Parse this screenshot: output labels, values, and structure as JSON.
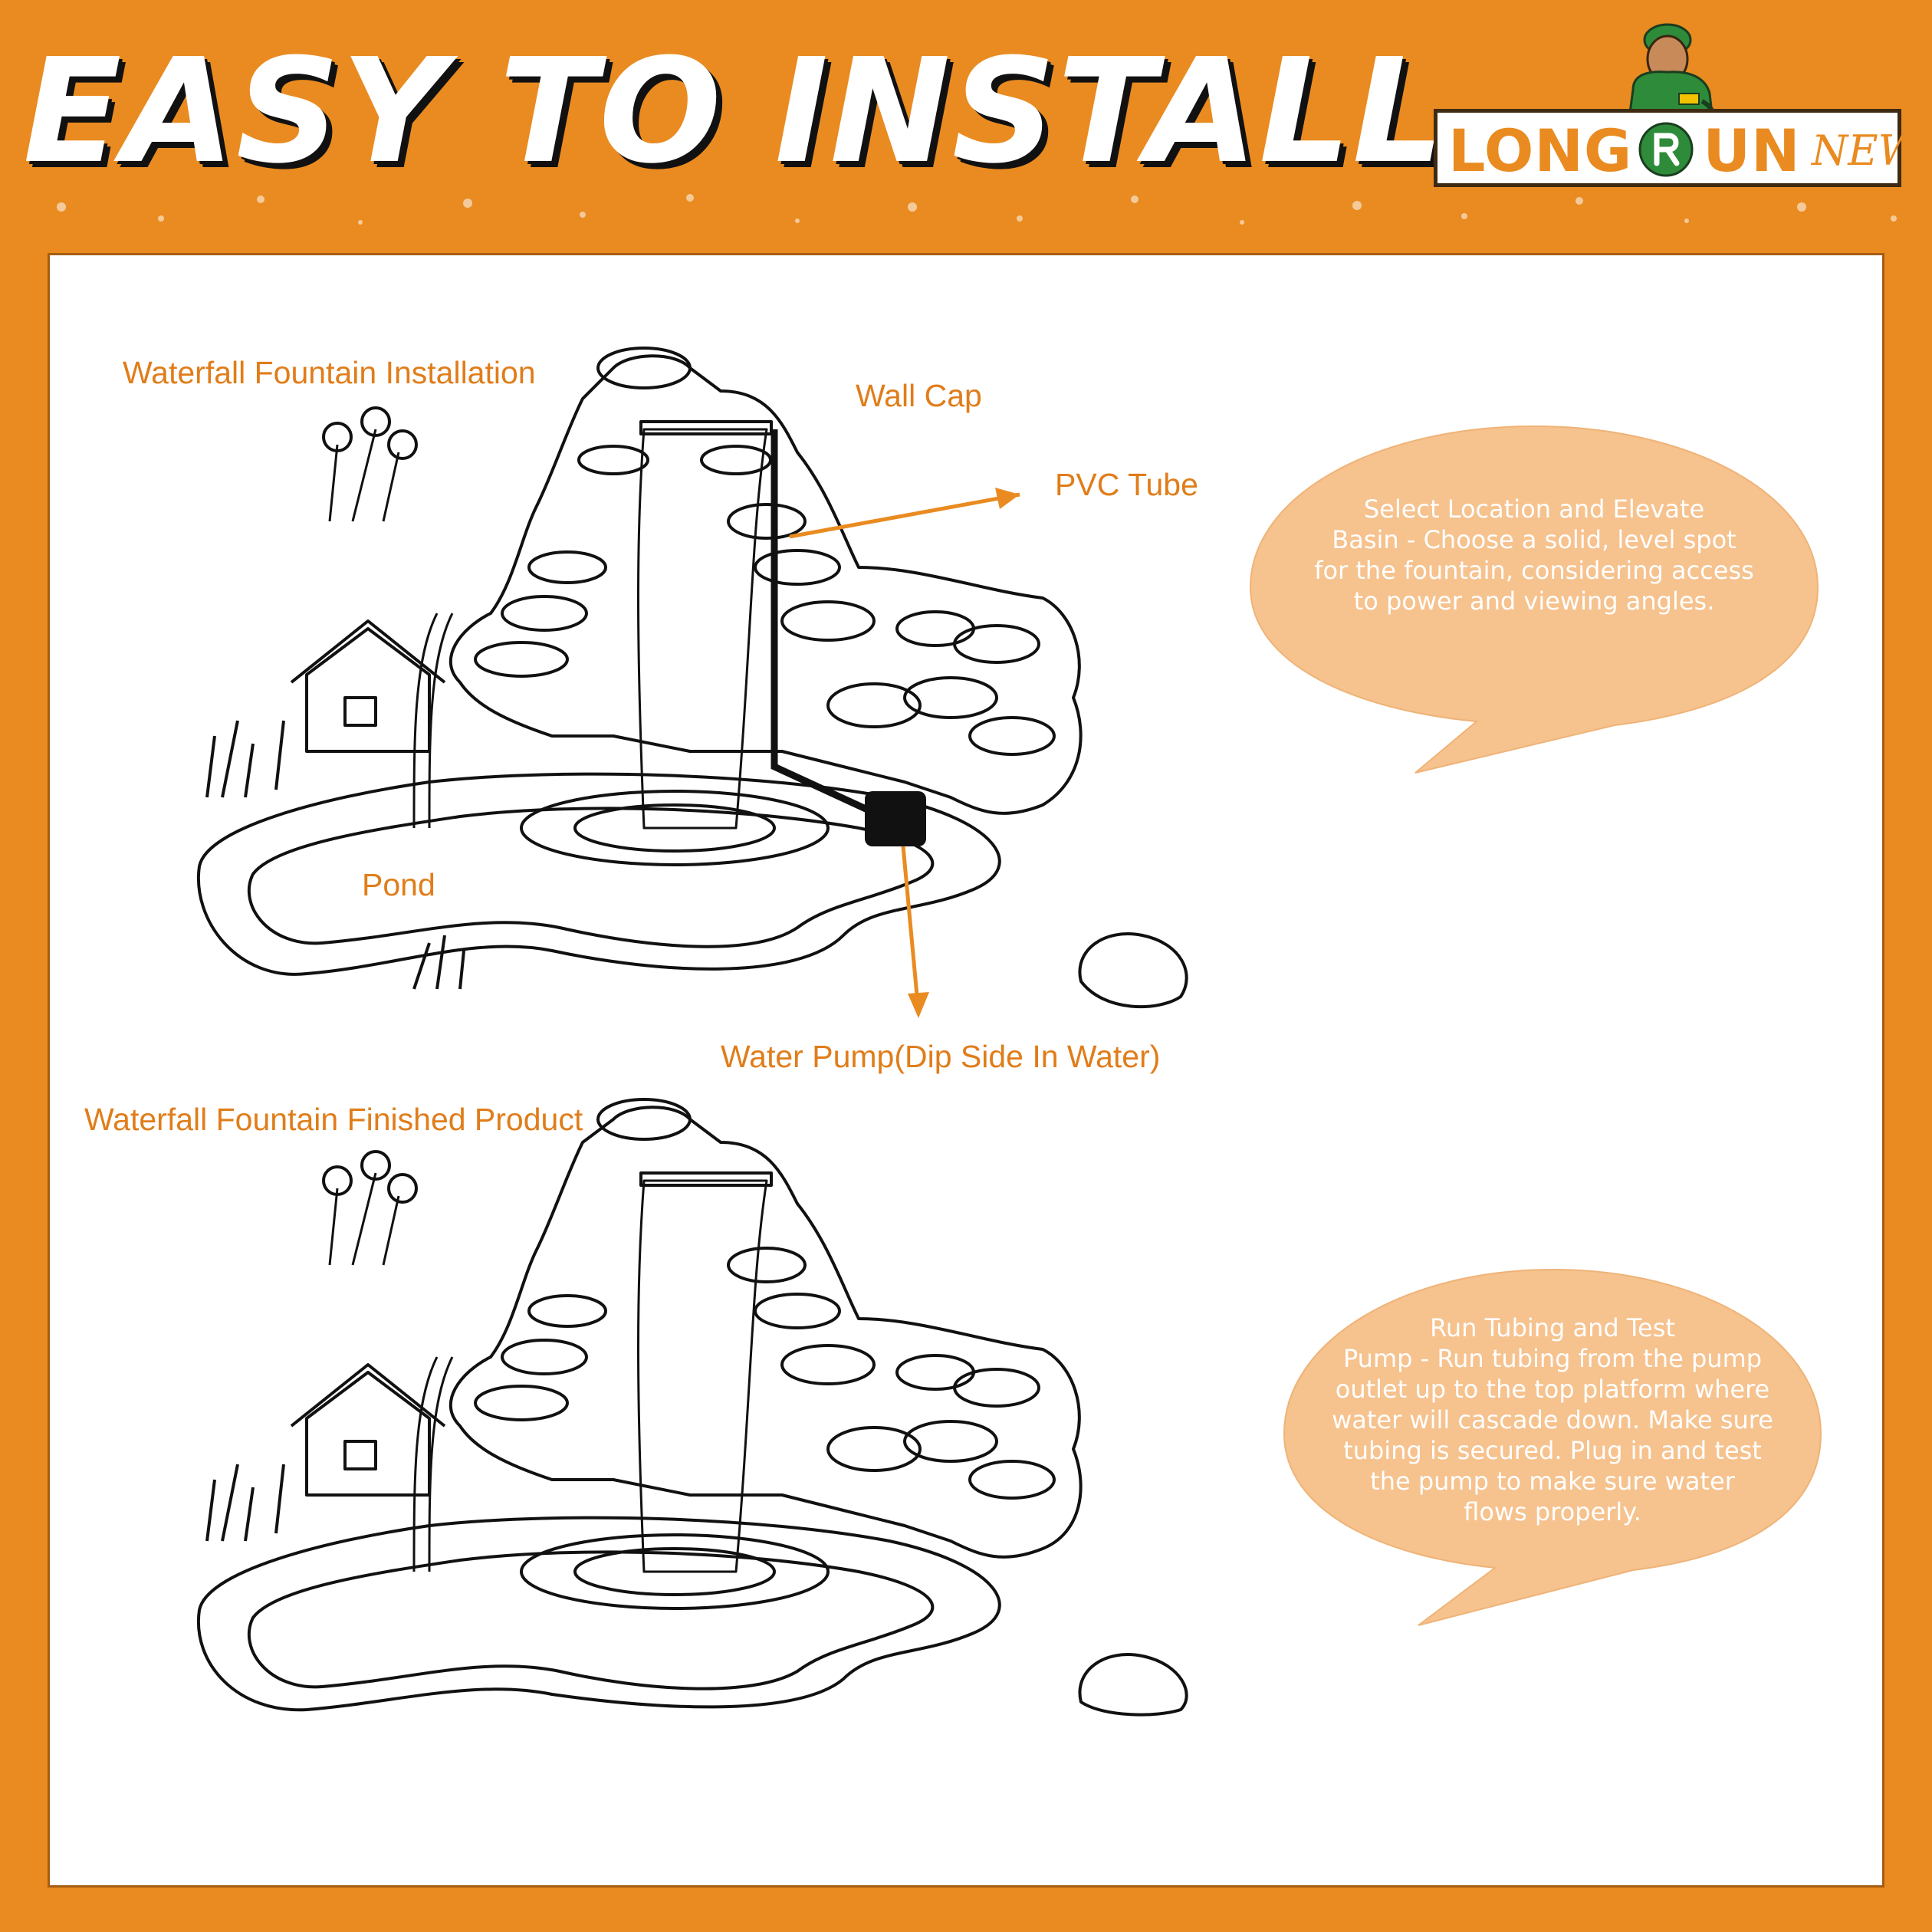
{
  "headline": "EASY TO INSTALL",
  "logo": {
    "left": "LONG",
    "right": "UN",
    "suffix": "NEW",
    "badge": "NEW"
  },
  "colors": {
    "accent": "#e98b20",
    "label": "#e07d1a",
    "bubble": "#f6c28e",
    "ink": "#111111"
  },
  "diagram_top": {
    "title": "Waterfall Fountain Installation",
    "wall_cap": "Wall Cap",
    "pvc_tube": "PVC Tube",
    "pond": "Pond",
    "pump": "Water Pump(Dip Side In Water)"
  },
  "diagram_bottom": {
    "title": "Waterfall Fountain Finished Product"
  },
  "bubbles": [
    {
      "text": "Select Location and Elevate\nBasin - Choose a solid, level spot\nfor the fountain, considering access\nto power and viewing angles."
    },
    {
      "text": "Run Tubing and Test\nPump - Run tubing from the pump\noutlet up to the top platform where\nwater will cascade down. Make sure\ntubing is secured. Plug in and test\nthe pump to make sure water\nflows properly."
    }
  ],
  "icons": [
    "mascot-icon",
    "fountain-illustration",
    "speech-bubble-icon",
    "arrow-icon"
  ]
}
